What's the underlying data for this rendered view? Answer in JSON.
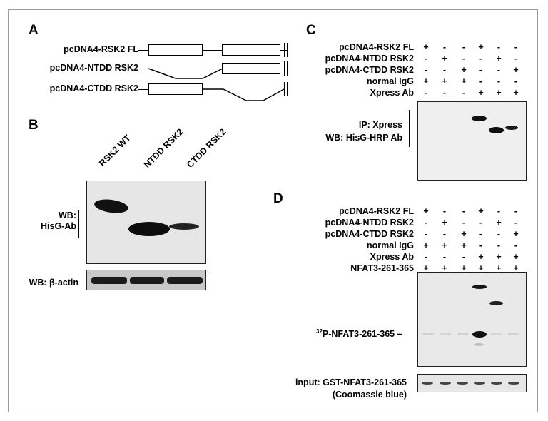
{
  "panels": {
    "a": "A",
    "b": "B",
    "c": "C",
    "d": "D"
  },
  "panel_a": {
    "constructs": [
      "pcDNA4-RSK2 FL",
      "pcDNA4-NTDD RSK2",
      "pcDNA4-CTDD RSK2"
    ]
  },
  "panel_b": {
    "lanes": [
      "RSK2 WT",
      "NTDD RSK2",
      "CTDD RSK2"
    ],
    "wb_main_line1": "WB:",
    "wb_main_line2": "HisG-Ab",
    "wb_actin": "WB: β-actin"
  },
  "panel_c": {
    "rows": [
      {
        "label": "pcDNA4-RSK2 FL",
        "signs": [
          "+",
          "-",
          "-",
          "+",
          "-",
          "-"
        ]
      },
      {
        "label": "pcDNA4-NTDD RSK2",
        "signs": [
          "-",
          "+",
          "-",
          "-",
          "+",
          "-"
        ]
      },
      {
        "label": "pcDNA4-CTDD RSK2",
        "signs": [
          "-",
          "-",
          "+",
          "-",
          "-",
          "+"
        ]
      },
      {
        "label": "normal IgG",
        "signs": [
          "+",
          "+",
          "+",
          "-",
          "-",
          "-"
        ]
      },
      {
        "label": "Xpress Ab",
        "signs": [
          "-",
          "-",
          "-",
          "+",
          "+",
          "+"
        ]
      }
    ],
    "blot_line1": "IP: Xpress",
    "blot_line2": "WB: HisG-HRP Ab"
  },
  "panel_d": {
    "rows": [
      {
        "label": "pcDNA4-RSK2 FL",
        "signs": [
          "+",
          "-",
          "-",
          "+",
          "-",
          "-"
        ]
      },
      {
        "label": "pcDNA4-NTDD RSK2",
        "signs": [
          "-",
          "+",
          "-",
          "-",
          "+",
          "-"
        ]
      },
      {
        "label": "pcDNA4-CTDD RSK2",
        "signs": [
          "-",
          "-",
          "+",
          "-",
          "-",
          "+"
        ]
      },
      {
        "label": "normal IgG",
        "signs": [
          "+",
          "+",
          "+",
          "-",
          "-",
          "-"
        ]
      },
      {
        "label": "Xpress Ab",
        "signs": [
          "-",
          "-",
          "-",
          "+",
          "+",
          "+"
        ]
      },
      {
        "label": "NFAT3-261-365",
        "signs": [
          "+",
          "+",
          "+",
          "+",
          "+",
          "+"
        ]
      }
    ],
    "p32_sup": "32",
    "p32_label": "P-NFAT3-261-365",
    "input_line1": "input: GST-NFAT3-261-365",
    "input_line2": "(Coomassie blue)"
  }
}
